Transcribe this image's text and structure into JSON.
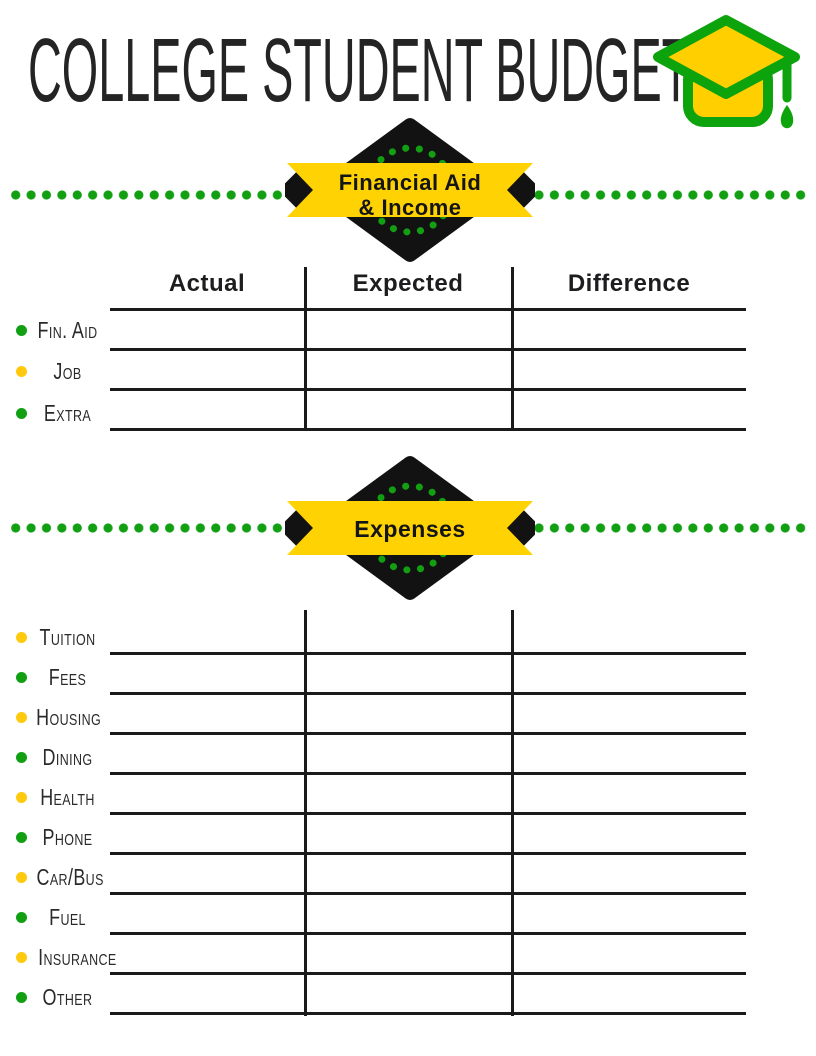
{
  "title": "COLLEGE STUDENT BUDGET",
  "colors": {
    "green": "#12A012",
    "dot_yellow": "#FFC90E",
    "ribbon_yellow": "#FFD204",
    "ink": "#1A1A1A"
  },
  "icons": {
    "header": "graduation-cap-icon"
  },
  "income": {
    "banner": {
      "line1": "Financial Aid",
      "line2": "& Income"
    },
    "columns": [
      "Actual",
      "Expected",
      "Difference"
    ],
    "rows": [
      {
        "label": "Fin. Aid",
        "dot": "green"
      },
      {
        "label": "Job",
        "dot": "yellow"
      },
      {
        "label": "Extra",
        "dot": "green"
      }
    ]
  },
  "expenses": {
    "banner": {
      "line1": "Expenses"
    },
    "rows": [
      {
        "label": "Tuition",
        "dot": "yellow"
      },
      {
        "label": "Fees",
        "dot": "green"
      },
      {
        "label": "Housing",
        "dot": "yellow"
      },
      {
        "label": "Dining",
        "dot": "green"
      },
      {
        "label": "Health",
        "dot": "yellow"
      },
      {
        "label": "Phone",
        "dot": "green"
      },
      {
        "label": "Car/Bus",
        "dot": "yellow"
      },
      {
        "label": "Fuel",
        "dot": "green"
      },
      {
        "label": "Insurance",
        "dot": "yellow"
      },
      {
        "label": "Other",
        "dot": "green"
      }
    ]
  }
}
